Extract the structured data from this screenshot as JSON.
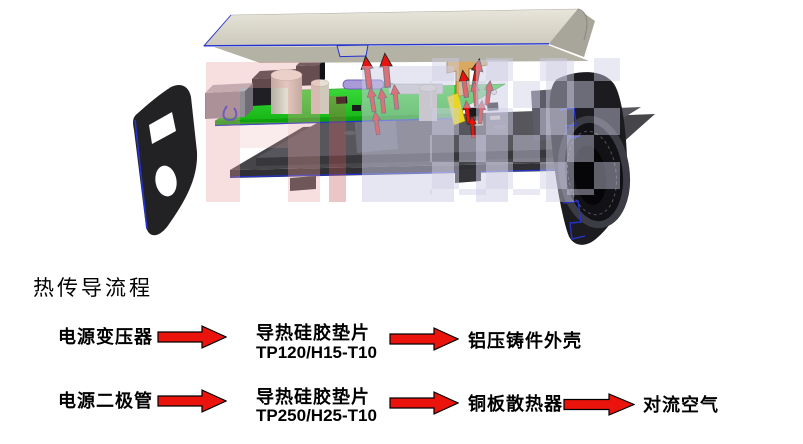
{
  "flow": {
    "heading": "热传导流程",
    "rows": [
      {
        "source": "电源变压器",
        "pad_name": "导热硅胶垫片",
        "pad_model": "TP120/H15-T10",
        "target1": "铝压铸件外壳",
        "target2": ""
      },
      {
        "source": "电源二极管",
        "pad_name": "导热硅胶垫片",
        "pad_model": "TP250/H25-T10",
        "target1": "铜板散热器",
        "target2": "对流空气"
      }
    ]
  },
  "colors": {
    "arrow_red": "#ea140c",
    "pcb_green": "#2bd42b",
    "cover_beige": "#dcd9cd",
    "case_black": "#1c1c20",
    "bottom_plate_gray": "#46464a",
    "heatsink_gray": "#56565c",
    "edge_blue": "#2433cf",
    "copper_bracket": "#daa95f",
    "kapton_yellow": "#e8d71e",
    "purple_rod": "#a89bd8",
    "watermark_pink": "#f6dddd",
    "watermark_lavender": "#e4e4ef"
  }
}
